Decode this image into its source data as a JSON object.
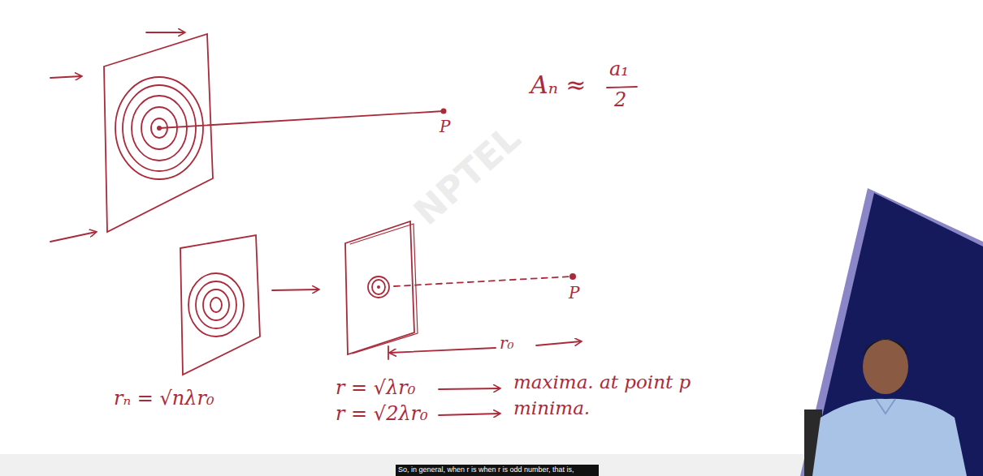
{
  "diagram": {
    "labels": [
      "Aₙ ≈",
      "a₁",
      "2",
      "P",
      "NPTEL",
      "P",
      "r₀",
      "rₙ = √nλr₀",
      "r = √λr₀",
      "maxima. at point p",
      "r = √2λr₀",
      "minima.",
      "So, in general, when r is when r is odd number, that is,"
    ]
  }
}
